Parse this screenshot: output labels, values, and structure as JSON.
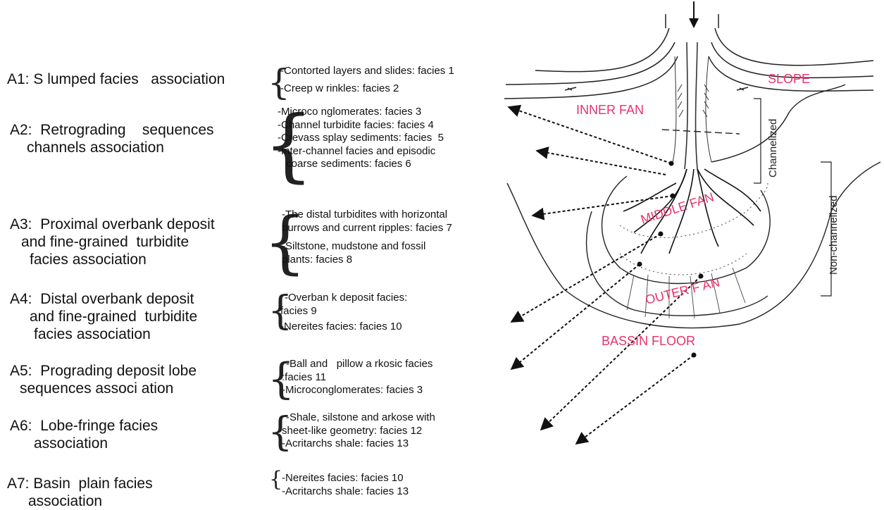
{
  "associations": [
    {
      "lines": [
        "A1: S lumped facies   association"
      ]
    },
    {
      "lines": [
        "A2:  Retrograding    sequences",
        "channels association"
      ]
    },
    {
      "lines": [
        "A3:  Proximal overbank deposit",
        "and fine-grained  turbidite",
        "facies association"
      ]
    },
    {
      "lines": [
        "A4:  Distal overbank deposit",
        "and fine-grained  turbidite",
        "facies association"
      ]
    },
    {
      "lines": [
        "A5:  Prograding deposit lobe",
        "sequences associ ation"
      ]
    },
    {
      "lines": [
        "A6:  Lobe-fringe facies",
        "association"
      ]
    },
    {
      "lines": [
        "A7: Basin  plain facies",
        "association"
      ]
    }
  ],
  "facies_groups": [
    {
      "lines": [
        "-Contorted layers and slides: facies 1",
        "-Creep w rinkles: facies 2"
      ]
    },
    {
      "lines": [
        "-Microco nglomerates: facies 3",
        "-Channel turbidite facies: facies 4",
        "-Crevass splay sediments: facies  5",
        "-Inter-channel facies and episodic",
        " coarse sediments: facies 6"
      ]
    },
    {
      "lines": [
        "-The distal turbidites with horizontal",
        "burrows and current ripples: facies 7",
        "",
        "-Siltstone, mudstone and fossil",
        "plants: facies 8"
      ]
    },
    {
      "lines": [
        "-Overban k deposit facies:",
        "facies 9",
        "-Nereites facies: facies 10"
      ]
    },
    {
      "lines": [
        "-Ball and   pillow a rkosic facies",
        ":facies 11",
        "-Microconglomerates: facies 3"
      ]
    },
    {
      "lines": [
        "-Shale, silstone and arkose with",
        "sheet-like geometry: facies 12",
        "-Acritarchs shale: facies 13"
      ]
    },
    {
      "lines": [
        "-Nereites facies: facies 10",
        "-Acritarchs shale: facies 13"
      ]
    }
  ],
  "diagram": {
    "slope": "SLOPE",
    "inner_fan": "INNER FAN",
    "middle_fan": "MIDDLE  FAN",
    "outer_fan": "OUTER F  AN",
    "basin_floor": "BASSIN FLOOR",
    "channelized": "Channelized",
    "non_channelized": "Non-channelized",
    "zone_color": "#e8336b"
  }
}
